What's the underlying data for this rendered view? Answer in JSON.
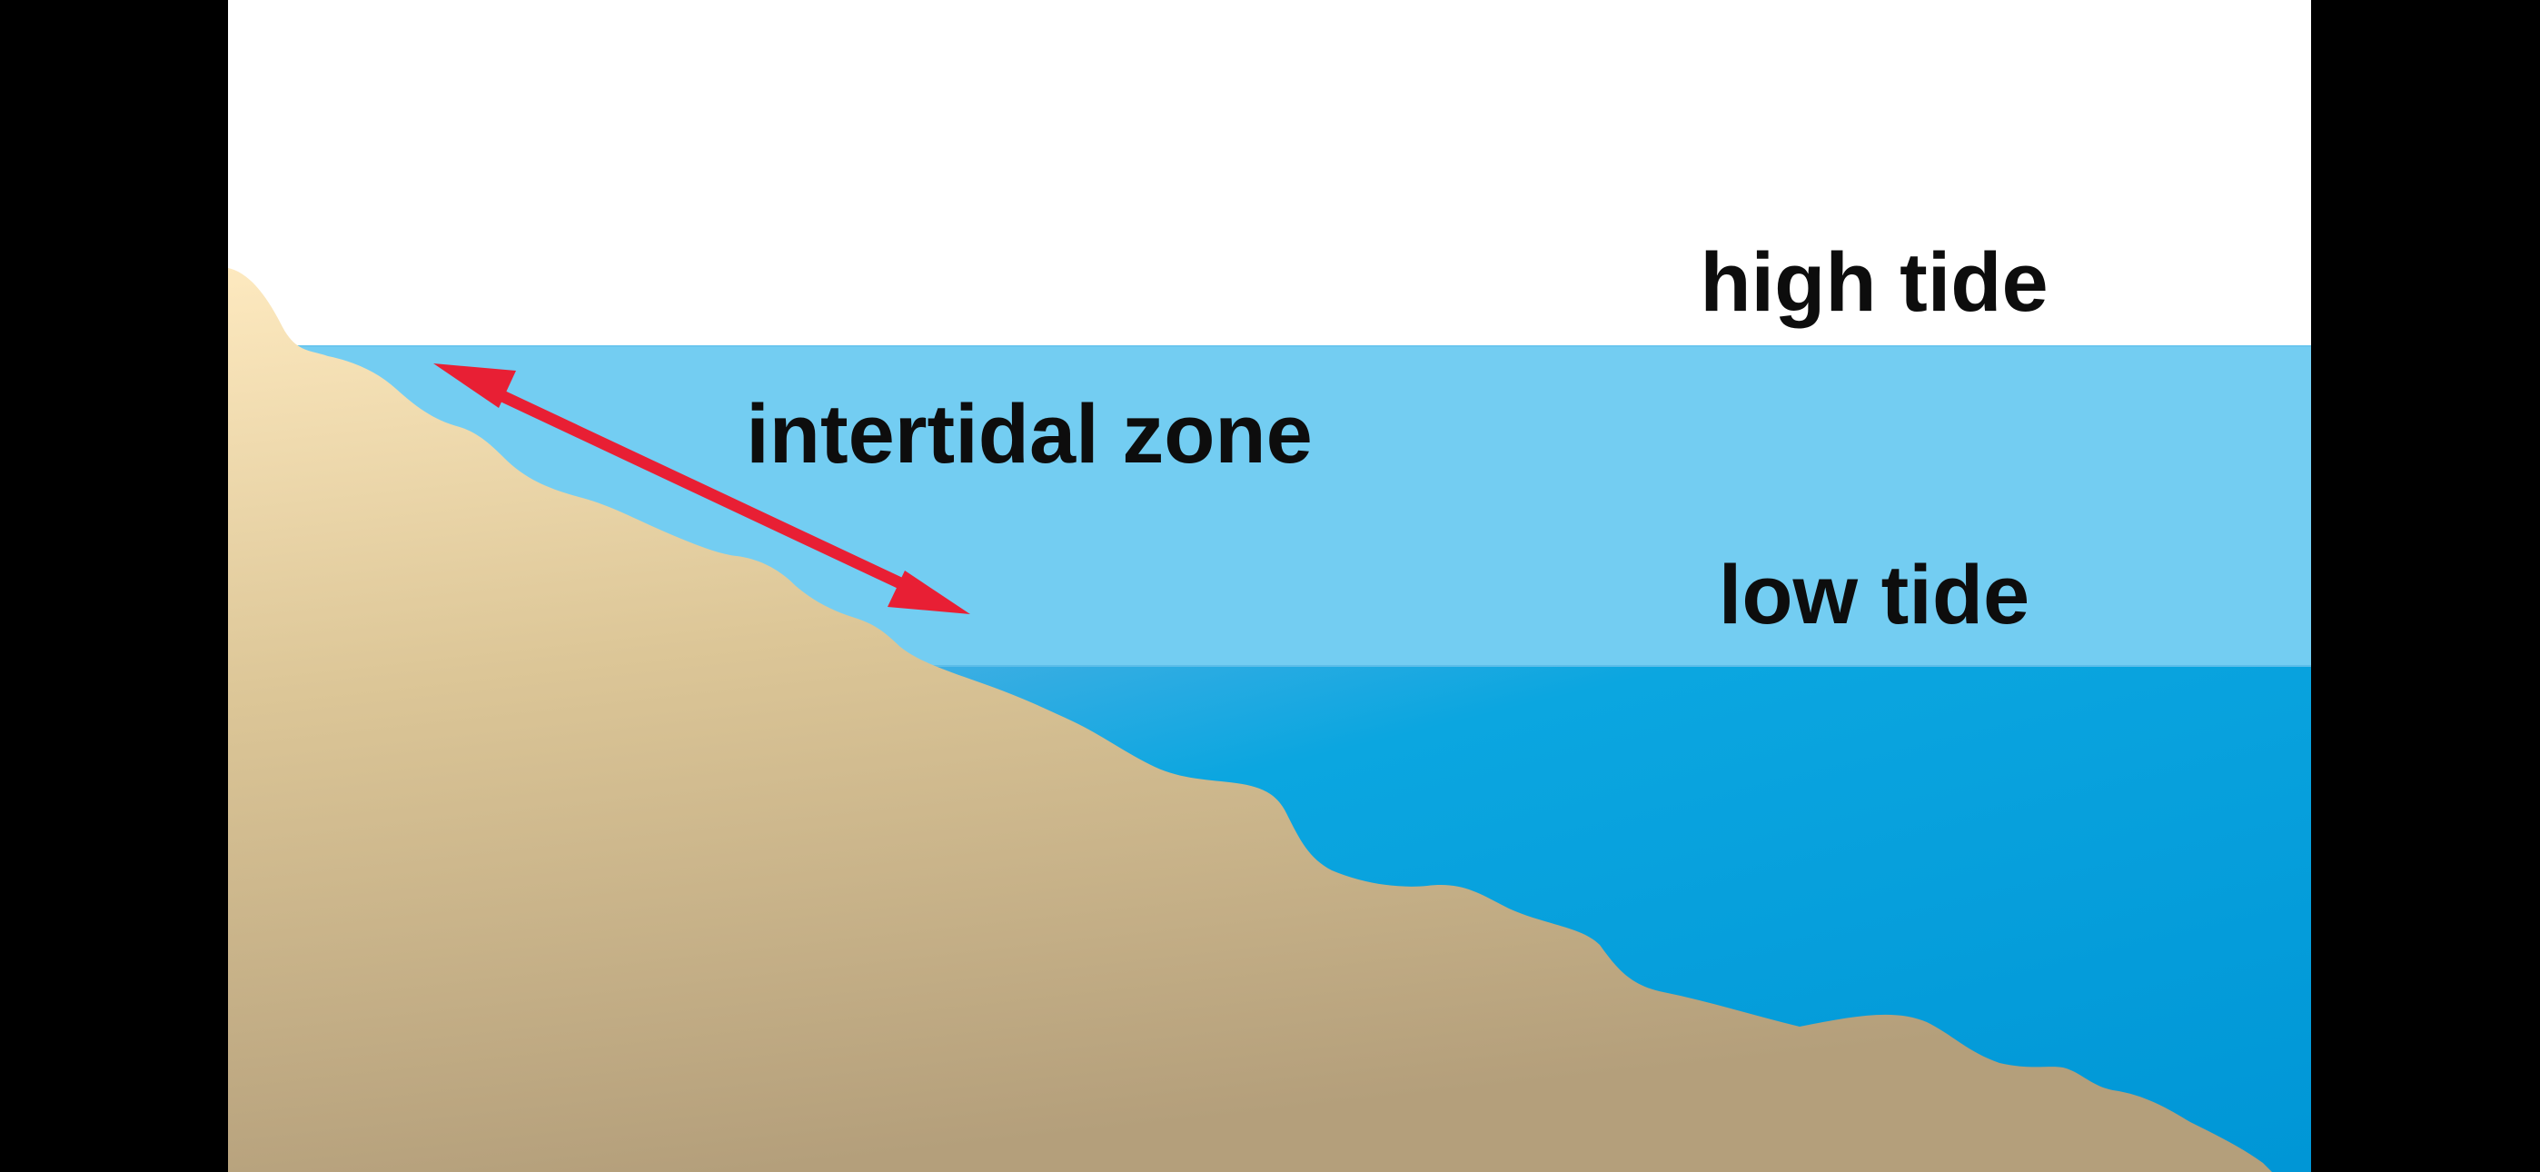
{
  "labels": {
    "high_tide": "high tide",
    "low_tide": "low tide",
    "intertidal_zone": "intertidal zone"
  },
  "colors": {
    "sky": "#ffffff",
    "shallow_water": "#73cdf2",
    "deep_water": "#00a1df",
    "sand_light": "#fde9bf",
    "sand_dark": "#b49f7b",
    "arrow": "#e81f34",
    "text": "#0d0d0d",
    "letterbox": "#000000"
  },
  "icons": {
    "arrow": "double-headed-arrow-icon"
  }
}
